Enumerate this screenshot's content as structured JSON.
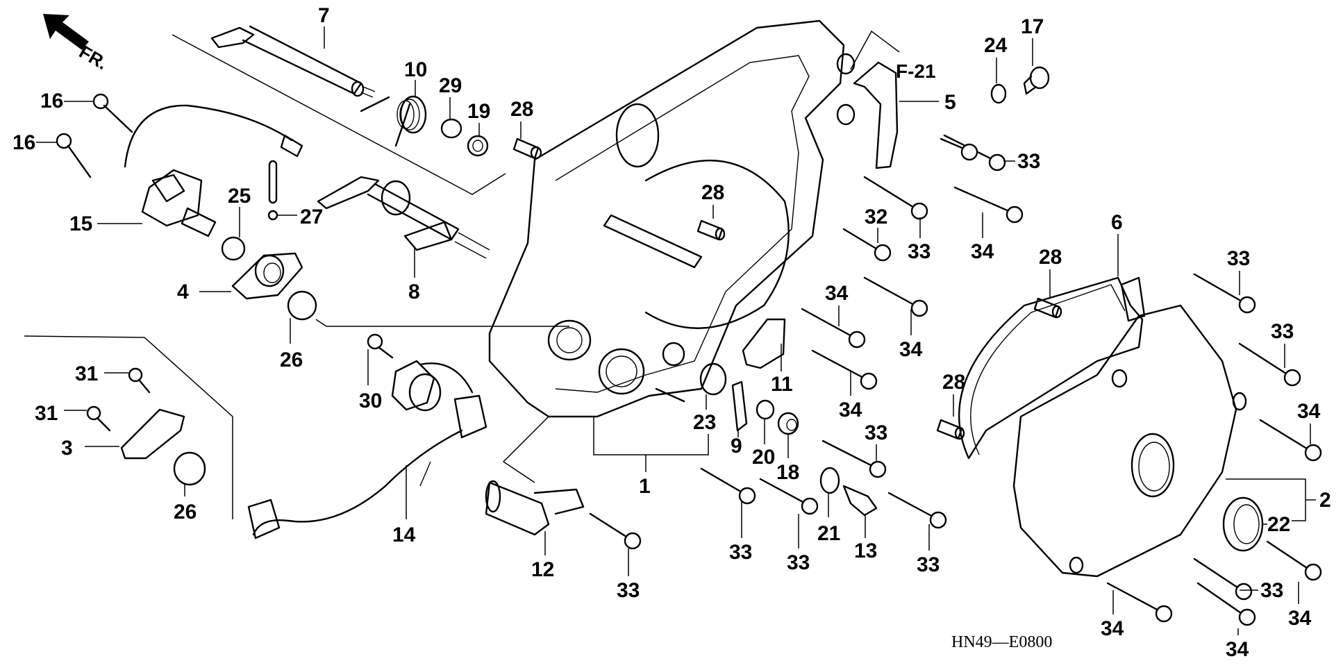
{
  "diagram": {
    "title_code": "HN49—E0800",
    "direction_marker": {
      "label": "FR.",
      "icon": "front-arrow-icon"
    },
    "reference_link": "F-21",
    "callouts": [
      {
        "id": "c7",
        "label": "7"
      },
      {
        "id": "c10",
        "label": "10"
      },
      {
        "id": "c29",
        "label": "29"
      },
      {
        "id": "c19",
        "label": "19"
      },
      {
        "id": "c28a",
        "label": "28"
      },
      {
        "id": "c16a",
        "label": "16"
      },
      {
        "id": "c16b",
        "label": "16"
      },
      {
        "id": "c15",
        "label": "15"
      },
      {
        "id": "c25",
        "label": "25"
      },
      {
        "id": "c27",
        "label": "27"
      },
      {
        "id": "c4",
        "label": "4"
      },
      {
        "id": "c8",
        "label": "8"
      },
      {
        "id": "c26a",
        "label": "26"
      },
      {
        "id": "c31a",
        "label": "31"
      },
      {
        "id": "c31b",
        "label": "31"
      },
      {
        "id": "c3",
        "label": "3"
      },
      {
        "id": "c26b",
        "label": "26"
      },
      {
        "id": "c30",
        "label": "30"
      },
      {
        "id": "c14",
        "label": "14"
      },
      {
        "id": "c12",
        "label": "12"
      },
      {
        "id": "c33a",
        "label": "33"
      },
      {
        "id": "c1",
        "label": "1"
      },
      {
        "id": "c23",
        "label": "23"
      },
      {
        "id": "c9",
        "label": "9"
      },
      {
        "id": "c20",
        "label": "20"
      },
      {
        "id": "c18",
        "label": "18"
      },
      {
        "id": "c21",
        "label": "21"
      },
      {
        "id": "c13",
        "label": "13"
      },
      {
        "id": "c33b",
        "label": "33"
      },
      {
        "id": "c33c",
        "label": "33"
      },
      {
        "id": "c33d",
        "label": "33"
      },
      {
        "id": "c33e",
        "label": "33"
      },
      {
        "id": "c11",
        "label": "11"
      },
      {
        "id": "c34a",
        "label": "34"
      },
      {
        "id": "c34b",
        "label": "34"
      },
      {
        "id": "c34c",
        "label": "34"
      },
      {
        "id": "c28b",
        "label": "28"
      },
      {
        "id": "c32",
        "label": "32"
      },
      {
        "id": "c33f",
        "label": "33"
      },
      {
        "id": "c34d",
        "label": "34"
      },
      {
        "id": "c33g",
        "label": "33"
      },
      {
        "id": "c5",
        "label": "5"
      },
      {
        "id": "c24",
        "label": "24"
      },
      {
        "id": "c17",
        "label": "17"
      },
      {
        "id": "c28c",
        "label": "28"
      },
      {
        "id": "c6",
        "label": "6"
      },
      {
        "id": "c28d",
        "label": "28"
      },
      {
        "id": "c33h",
        "label": "33"
      },
      {
        "id": "c33i",
        "label": "33"
      },
      {
        "id": "c34e",
        "label": "34"
      },
      {
        "id": "c2",
        "label": "2"
      },
      {
        "id": "c22",
        "label": "22"
      },
      {
        "id": "c33j",
        "label": "33"
      },
      {
        "id": "c34f",
        "label": "34"
      },
      {
        "id": "c34g",
        "label": "34"
      },
      {
        "id": "c34h",
        "label": "34"
      }
    ]
  }
}
